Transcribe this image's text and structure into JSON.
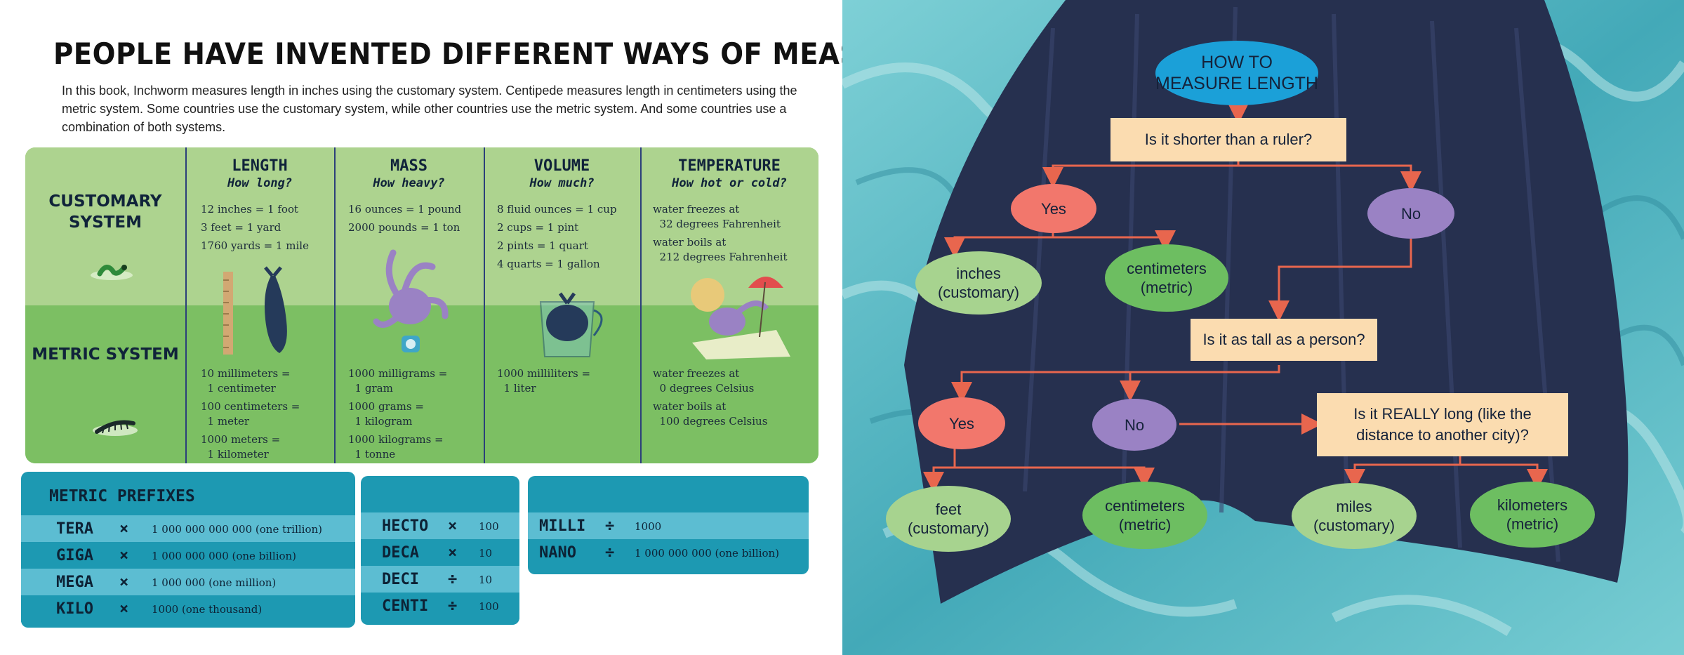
{
  "title": "PEOPLE HAVE INVENTED DIFFERENT WAYS OF MEASURING",
  "intro": "In this book, Inchworm measures length in inches using the customary system. Centipede measures length in centimeters using the metric system. Some countries use the customary system, while other countries use the metric system. And some countries use a combination of both systems.",
  "systems": {
    "customary_label": "CUSTOMARY SYSTEM",
    "metric_label": "METRIC SYSTEM",
    "columns": [
      {
        "heading": "LENGTH",
        "question": "How long?",
        "customary": [
          "12 inches = 1 foot",
          "3 feet = 1 yard",
          "1760 yards = 1 mile"
        ],
        "metric": [
          "10 millimeters =\n  1 centimeter",
          "100 centimeters =\n  1 meter",
          "1000 meters =\n  1 kilometer"
        ]
      },
      {
        "heading": "MASS",
        "question": "How heavy?",
        "customary": [
          "16 ounces = 1 pound",
          "2000 pounds = 1 ton"
        ],
        "metric": [
          "1000 milligrams =\n  1 gram",
          "1000 grams =\n  1 kilogram",
          "1000 kilograms =\n  1 tonne"
        ]
      },
      {
        "heading": "VOLUME",
        "question": "How much?",
        "customary": [
          "8 fluid ounces = 1 cup",
          "2 cups = 1 pint",
          "2 pints = 1 quart",
          "4 quarts = 1 gallon"
        ],
        "metric": [
          "1000 milliliters =\n  1 liter"
        ]
      },
      {
        "heading": "TEMPERATURE",
        "question": "How hot or cold?",
        "customary": [
          "water freezes at\n  32 degrees Fahrenheit",
          "water boils at\n  212 degrees Fahrenheit"
        ],
        "metric": [
          "water freezes at\n  0 degrees Celsius",
          "water boils at\n  100 degrees Celsius"
        ]
      }
    ]
  },
  "prefixes": {
    "title": "METRIC PREFIXES",
    "large": [
      {
        "name": "TERA",
        "op": "×",
        "value": "1 000 000 000 000 (one trillion)"
      },
      {
        "name": "GIGA",
        "op": "×",
        "value": "1 000 000 000 (one billion)"
      },
      {
        "name": "MEGA",
        "op": "×",
        "value": "1 000 000 (one million)"
      },
      {
        "name": "KILO",
        "op": "×",
        "value": "1000 (one thousand)"
      }
    ],
    "medium": [
      {
        "name": "HECTO",
        "op": "×",
        "value": "100"
      },
      {
        "name": "DECA",
        "op": "×",
        "value": "10"
      },
      {
        "name": "DECI",
        "op": "÷",
        "value": "10"
      },
      {
        "name": "CENTI",
        "op": "÷",
        "value": "100"
      }
    ],
    "small": [
      {
        "name": "MILLI",
        "op": "÷",
        "value": "1000"
      },
      {
        "name": "NANO",
        "op": "÷",
        "value": "1 000 000 000 (one billion)"
      }
    ]
  },
  "flowchart": {
    "start": "HOW TO\nMEASURE LENGTH",
    "q1": "Is it shorter than a ruler?",
    "q1_yes": "Yes",
    "q1_no": "No",
    "q1_yes_a": "inches\n(customary)",
    "q1_yes_b": "centimeters\n(metric)",
    "q2": "Is it as tall as a person?",
    "q2_yes": "Yes",
    "q2_no": "No",
    "q2_yes_a": "feet\n(customary)",
    "q2_yes_b": "centimeters\n(metric)",
    "q3": "Is it REALLY long (like the\ndistance to another city)?",
    "q3_a": "miles\n(customary)",
    "q3_b": "kilometers\n(metric)"
  },
  "colors": {
    "customary_row": "#add38f",
    "metric_row": "#7cbf63",
    "prefix_dark": "#1d99b2",
    "prefix_light": "#5cbdd2",
    "question_box": "#fbdcb0",
    "yes_bubble": "#f2776c",
    "no_bubble": "#9a82c4",
    "start_bubble": "#1ba0d8",
    "arrow": "#e8664e",
    "water": "#5fc2cb",
    "tail": "#26304f"
  }
}
